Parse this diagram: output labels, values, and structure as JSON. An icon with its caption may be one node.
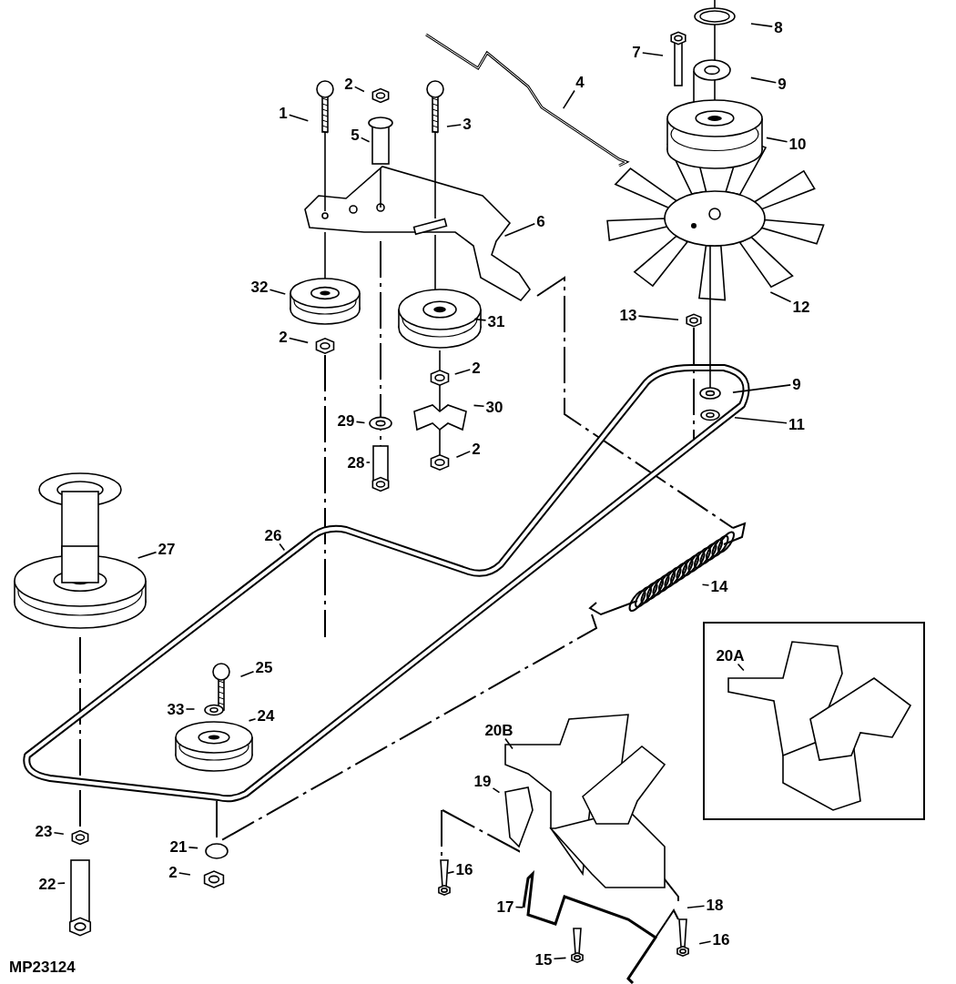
{
  "diagram": {
    "nodes": [
      {
        "text": [
          "8"
        ]
      },
      {
        "text": [
          "7"
        ]
      },
      {
        "text": [
          "9"
        ]
      },
      {
        "text": [
          "4"
        ]
      },
      {
        "text": [
          "2"
        ]
      },
      {
        "text": [
          "1"
        ]
      },
      {
        "text": [
          "3"
        ]
      },
      {
        "text": [
          "5"
        ]
      },
      {
        "text": [
          "10"
        ]
      },
      {
        "text": [
          "6"
        ]
      },
      {
        "text": [
          "32"
        ]
      },
      {
        "text": [
          "12"
        ]
      },
      {
        "text": [
          "13"
        ]
      },
      {
        "text": [
          "31"
        ]
      },
      {
        "text": [
          "2"
        ]
      },
      {
        "text": [
          "2"
        ]
      },
      {
        "text": [
          "9"
        ]
      },
      {
        "text": [
          "30"
        ]
      },
      {
        "text": [
          "29"
        ]
      },
      {
        "text": [
          "11"
        ]
      },
      {
        "text": [
          "28"
        ]
      },
      {
        "text": [
          "2"
        ]
      },
      {
        "text": [
          "26"
        ]
      },
      {
        "text": [
          "27"
        ]
      },
      {
        "text": [
          "14"
        ]
      },
      {
        "text": [],
        "shape": "box"
      },
      {
        "text": [
          "20A"
        ],
        "in": 25
      },
      {
        "text": [
          "25"
        ]
      },
      {
        "text": [
          "33"
        ]
      },
      {
        "text": [
          "24"
        ]
      },
      {
        "text": [
          "20B"
        ]
      },
      {
        "text": [
          "19"
        ]
      },
      {
        "text": [
          "23"
        ]
      },
      {
        "text": [
          "21"
        ]
      },
      {
        "text": [
          "22"
        ]
      },
      {
        "text": [
          "16"
        ]
      },
      {
        "text": [
          "2"
        ]
      },
      {
        "text": [
          "18"
        ]
      },
      {
        "text": [
          "17"
        ]
      },
      {
        "text": [
          "15"
        ]
      },
      {
        "text": [
          "16"
        ]
      }
    ],
    "edges": [
      {
        "from": 0,
        "to": null,
        "arrow": "none"
      },
      {
        "from": 1,
        "to": null,
        "arrow": "none"
      },
      {
        "from": 2,
        "to": null,
        "arrow": "none"
      },
      {
        "from": 3,
        "to": null,
        "arrow": "none"
      },
      {
        "from": 4,
        "to": null,
        "arrow": "none"
      },
      {
        "from": 5,
        "to": null,
        "arrow": "none"
      },
      {
        "from": 6,
        "to": null,
        "arrow": "none"
      },
      {
        "from": 7,
        "to": null,
        "arrow": "none"
      },
      {
        "from": 8,
        "to": null,
        "arrow": "none"
      },
      {
        "from": 9,
        "to": null,
        "arrow": "none"
      },
      {
        "from": 10,
        "to": null,
        "arrow": "none"
      },
      {
        "from": 11,
        "to": null,
        "arrow": "none"
      },
      {
        "from": 12,
        "to": null,
        "arrow": "none"
      },
      {
        "from": 13,
        "to": null,
        "arrow": "none"
      },
      {
        "from": 14,
        "to": null,
        "arrow": "none"
      },
      {
        "from": 15,
        "to": null,
        "arrow": "none"
      },
      {
        "from": 16,
        "to": null,
        "arrow": "none"
      },
      {
        "from": 17,
        "to": null,
        "arrow": "none"
      },
      {
        "from": 18,
        "to": null,
        "arrow": "none"
      },
      {
        "from": 19,
        "to": null,
        "arrow": "none"
      },
      {
        "from": 20,
        "to": null,
        "arrow": "none"
      },
      {
        "from": 21,
        "to": null,
        "arrow": "none"
      },
      {
        "from": 22,
        "to": null,
        "arrow": "none"
      },
      {
        "from": 23,
        "to": null,
        "arrow": "none"
      },
      {
        "from": 24,
        "to": null,
        "arrow": "none"
      },
      {
        "from": 26,
        "to": null,
        "arrow": "none"
      },
      {
        "from": 27,
        "to": null,
        "arrow": "none"
      },
      {
        "from": 28,
        "to": null,
        "arrow": "none"
      },
      {
        "from": 29,
        "to": null,
        "arrow": "none"
      },
      {
        "from": 30,
        "to": null,
        "arrow": "none"
      },
      {
        "from": 31,
        "to": null,
        "arrow": "none"
      },
      {
        "from": 32,
        "to": null,
        "arrow": "none"
      },
      {
        "from": 33,
        "to": null,
        "arrow": "none"
      },
      {
        "from": 34,
        "to": null,
        "arrow": "none"
      },
      {
        "from": 35,
        "to": null,
        "arrow": "none"
      },
      {
        "from": 36,
        "to": null,
        "arrow": "none"
      },
      {
        "from": 37,
        "to": null,
        "arrow": "none"
      },
      {
        "from": 38,
        "to": null,
        "arrow": "none"
      },
      {
        "from": 39,
        "to": null,
        "arrow": "none"
      },
      {
        "from": 40,
        "to": null,
        "arrow": "none"
      }
    ],
    "labels": [
      "MP23124"
    ]
  }
}
